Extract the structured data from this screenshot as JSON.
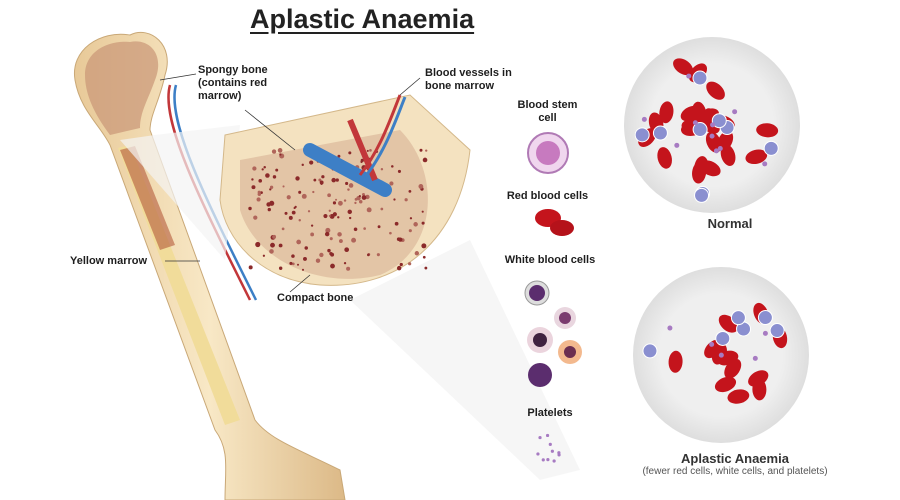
{
  "title": "Aplastic Anaemia",
  "labels": {
    "spongy_bone": "Spongy bone (contains red marrow)",
    "blood_vessels": "Blood vessels in bone marrow",
    "blood_stem_cell": "Blood stem cell",
    "red_blood_cells": "Red blood cells",
    "white_blood_cells": "White blood cells",
    "platelets": "Platelets",
    "yellow_marrow": "Yellow marrow",
    "compact_bone": "Compact bone"
  },
  "panels": {
    "normal": {
      "caption": "Normal"
    },
    "aplastic": {
      "caption": "Aplastic Anaemia",
      "subcaption": "(fewer red cells, white cells, and platelets)"
    }
  },
  "colors": {
    "bone": "#efd7a8",
    "red_cell": "#c4141c",
    "white_cell": "#8a8fd0",
    "platelet": "#a77bc2",
    "artery": "#c2373a",
    "vein": "#3d7fc6",
    "panel_bg": "#ececec"
  }
}
